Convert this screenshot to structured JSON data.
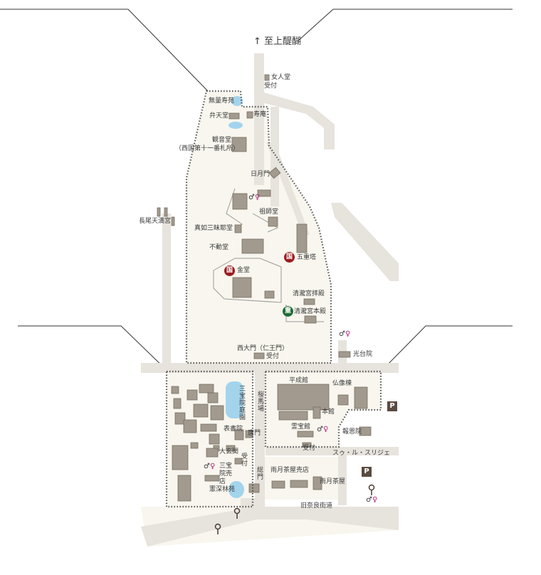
{
  "map": {
    "direction_label": "↑ 至上醍醐",
    "labels": {
      "nyonindo": "女人堂",
      "nyonindo_uketsuke": "受付",
      "muryojuen": "無量寿苑",
      "bentendo": "弁天堂",
      "jyuan": "寿庵",
      "kannondo": "観音堂",
      "kannondo_note": "（西国第十一番札所）",
      "nichigetsumon": "日月門",
      "soshido": "祖師堂",
      "shinnyo": "真如三昧耶堂",
      "nagao": "長尾天満宮",
      "fudodo": "不動堂",
      "gojunoto": "五重塔",
      "kondo": "金堂",
      "seiryugu_haiden": "清瀧宮拝殿",
      "seiryugu_honden": "清瀧宮本殿",
      "nishiomon": "西大門（仁王門）",
      "nishiomon_uketsuke": "受付",
      "kodaiin": "光台院",
      "heiseikan": "平成館",
      "butsuzoto": "仏像棟",
      "honkan": "本館",
      "reihokan": "霊宝館",
      "hoonin": "報恩院",
      "reihokan_uketsuke": "受付",
      "cafe": "スゥ・ル・スリジェ",
      "sanboin_teien": "三宝院庭園",
      "sakura_baba": "桜馬場",
      "omoteshoin": "表書院",
      "karamon": "唐門",
      "daigenkan": "大玄関",
      "sanboin_uketsuke": "受付",
      "sanboin_baiten": "三宝院売店",
      "soumon": "総門",
      "kenshinrinen": "憲深林苑",
      "ugetsu_baiten": "雨月茶屋売店",
      "ugetsu_chaya": "雨月茶屋",
      "kyunaradou": "旧奈良街道"
    },
    "badges": {
      "kokuho": "国",
      "juyo": "重"
    },
    "parking": "P",
    "toilet_male": "♂",
    "toilet_female": "♀",
    "colors": {
      "ground": "#f8f6ee",
      "road": "#e7e3dd",
      "building": "#a29a8e",
      "building_edge": "#776e63",
      "water": "#a3d4ec",
      "boundary": "#555555",
      "kokuho_badge": "#9b1b1f",
      "juyo_badge": "#1f6b36",
      "toilet_female": "#b0287a"
    }
  }
}
